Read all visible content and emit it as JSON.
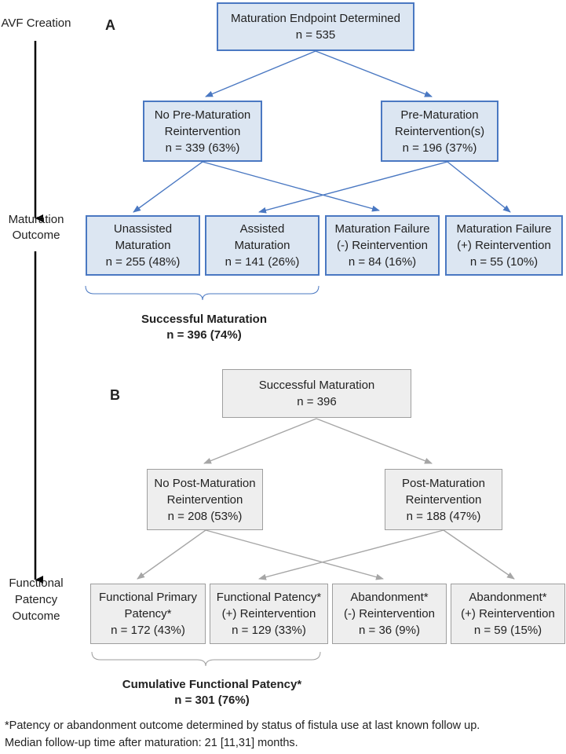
{
  "side_labels": {
    "avf_creation": "AVF Creation",
    "maturation_outcome": [
      "Maturation",
      "Outcome"
    ],
    "functional_patency_outcome": [
      "Functional",
      "Patency",
      "Outcome"
    ]
  },
  "panel_a": {
    "letter": "A",
    "top": [
      "Maturation Endpoint Determined",
      "n = 535"
    ],
    "left_mid": [
      "No Pre-Maturation",
      "Reintervention",
      "n = 339 (63%)"
    ],
    "right_mid": [
      "Pre-Maturation",
      "Reintervention(s)",
      "n = 196 (37%)"
    ],
    "out1": [
      "Unassisted",
      "Maturation",
      "n = 255 (48%)"
    ],
    "out2": [
      "Assisted",
      "Maturation",
      "n = 141 (26%)"
    ],
    "out3": [
      "Maturation Failure",
      "(-) Reintervention",
      "n = 84 (16%)"
    ],
    "out4": [
      "Maturation Failure",
      "(+) Reintervention",
      "n = 55 (10%)"
    ],
    "summary": [
      "Successful Maturation",
      "n = 396 (74%)"
    ]
  },
  "panel_b": {
    "letter": "B",
    "top": [
      "Successful Maturation",
      "n = 396"
    ],
    "left_mid": [
      "No Post-Maturation",
      "Reintervention",
      "n = 208 (53%)"
    ],
    "right_mid": [
      "Post-Maturation",
      "Reintervention",
      "n = 188 (47%)"
    ],
    "out1": [
      "Functional Primary",
      "Patency*",
      "n = 172 (43%)"
    ],
    "out2": [
      "Functional Patency*",
      "(+) Reintervention",
      "n = 129 (33%)"
    ],
    "out3": [
      "Abandonment*",
      "(-) Reintervention",
      "n = 36 (9%)"
    ],
    "out4": [
      "Abandonment*",
      "(+) Reintervention",
      "n = 59 (15%)"
    ],
    "summary": [
      "Cumulative Functional Patency*",
      "n = 301 (76%)"
    ]
  },
  "footnote": [
    "*Patency or abandonment outcome determined by status of fistula use at last known follow up.",
    "Median follow-up time after maturation: 21 [11,31] months."
  ],
  "colors": {
    "blue_border": "#4a78c2",
    "blue_fill": "#dce6f2",
    "gray_border": "#9e9e9e",
    "gray_fill": "#eeeeee",
    "arrow_blue": "#4a78c2",
    "arrow_gray": "#a6a6a6"
  }
}
